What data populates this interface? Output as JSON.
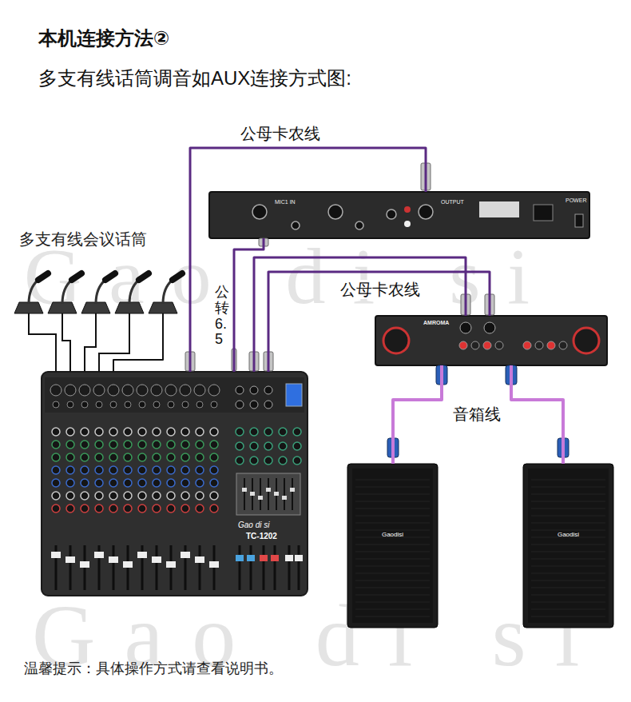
{
  "diagram": {
    "title": "本机连接方法②",
    "caption": "温馨提示：具体操作方式请查看说明书。",
    "nodes": [
      {
        "text": [
          "多支有线会议话筒"
        ]
      },
      {
        "text": [
          "MIC1 IN",
          "OUTPUT",
          "POWER"
        ]
      },
      {
        "text": [
          "Gao di si",
          "TC-1202"
        ]
      },
      {
        "text": [
          "AMROMA"
        ]
      },
      {
        "text": [
          "Gaodisi"
        ]
      },
      {
        "text": [
          "Gaodisi"
        ]
      }
    ],
    "edges": [
      {
        "from": 1,
        "to": 2,
        "label": "公母卡农线",
        "arrow": "none"
      },
      {
        "from": 2,
        "to": 1,
        "label": "公转6.5",
        "arrow": "none"
      },
      {
        "from": 2,
        "to": 3,
        "label": "公母卡农线",
        "arrow": "none"
      },
      {
        "from": 2,
        "to": 3,
        "arrow": "none"
      },
      {
        "from": 3,
        "to": 4,
        "label": "音箱线",
        "arrow": "none"
      },
      {
        "from": 3,
        "to": 5,
        "arrow": "none"
      },
      {
        "from": 0,
        "to": 2,
        "arrow": "none"
      }
    ],
    "labels": [
      "多支有线话筒调音如AUX连接方式图:",
      "Gao di si",
      "Gao di si"
    ]
  }
}
